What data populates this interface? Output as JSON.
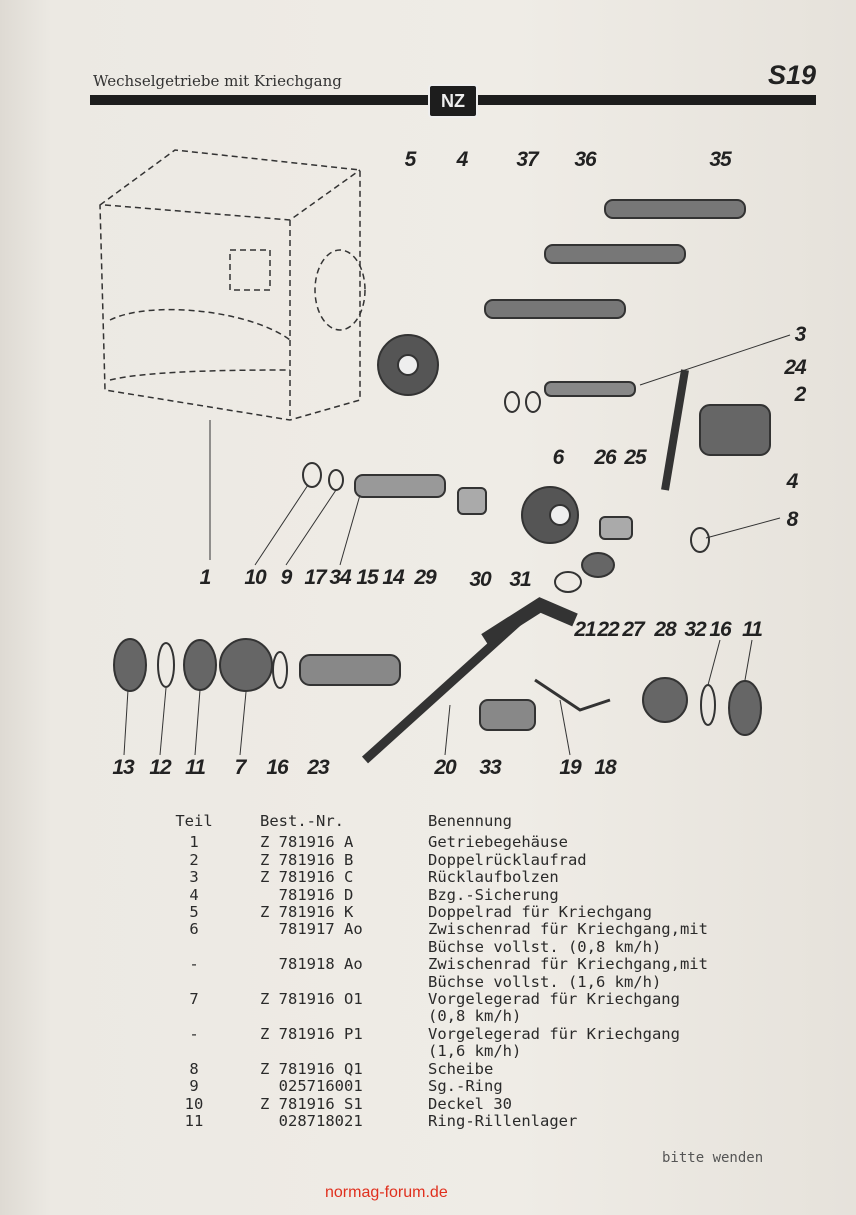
{
  "header": {
    "title": "Wechselgetriebe mit Kriechgang",
    "page": "S19",
    "logo": "NZ"
  },
  "diagram": {
    "callouts": [
      "5",
      "4",
      "37",
      "36",
      "35",
      "3",
      "24",
      "2",
      "4",
      "8",
      "6",
      "26",
      "25",
      "1",
      "10",
      "9",
      "17",
      "34",
      "15",
      "14",
      "29",
      "30",
      "31",
      "21",
      "22",
      "27",
      "28",
      "32",
      "16",
      "11",
      "13",
      "12",
      "11",
      "7",
      "16",
      "23",
      "20",
      "33",
      "19",
      "18"
    ]
  },
  "table": {
    "headers": {
      "teil": "Teil",
      "nr": "Best.-Nr.",
      "name": "Benennung"
    },
    "rows": [
      {
        "teil": "1",
        "nr": "Z 781916 A",
        "name": "Getriebegehäuse"
      },
      {
        "teil": "2",
        "nr": "Z 781916 B",
        "name": "Doppelrücklaufrad"
      },
      {
        "teil": "3",
        "nr": "Z 781916 C",
        "name": "Rücklaufbolzen"
      },
      {
        "teil": "4",
        "nr": "  781916 D",
        "name": "Bzg.-Sicherung"
      },
      {
        "teil": "5",
        "nr": "Z 781916 K",
        "name": "Doppelrad für Kriechgang"
      },
      {
        "teil": "6",
        "nr": "  781917 Ao",
        "name": "Zwischenrad für Kriechgang,mit\nBüchse vollst. (0,8 km/h)"
      },
      {
        "teil": "-",
        "nr": "  781918 Ao",
        "name": "Zwischenrad für Kriechgang,mit\nBüchse vollst. (1,6 km/h)"
      },
      {
        "teil": "7",
        "nr": "Z 781916 O1",
        "name": "Vorgelegerad für Kriechgang\n(0,8 km/h)"
      },
      {
        "teil": "-",
        "nr": "Z 781916 P1",
        "name": "Vorgelegerad für Kriechgang\n(1,6 km/h)"
      },
      {
        "teil": "8",
        "nr": "Z 781916 Q1",
        "name": "Scheibe"
      },
      {
        "teil": "9",
        "nr": "  025716001",
        "name": "Sg.-Ring"
      },
      {
        "teil": "10",
        "nr": "Z 781916 S1",
        "name": "Deckel 30"
      },
      {
        "teil": "11",
        "nr": "  028718021",
        "name": "Ring-Rillenlager"
      }
    ]
  },
  "footer": {
    "turn": "bitte wenden",
    "watermark": "normag-forum.de"
  }
}
